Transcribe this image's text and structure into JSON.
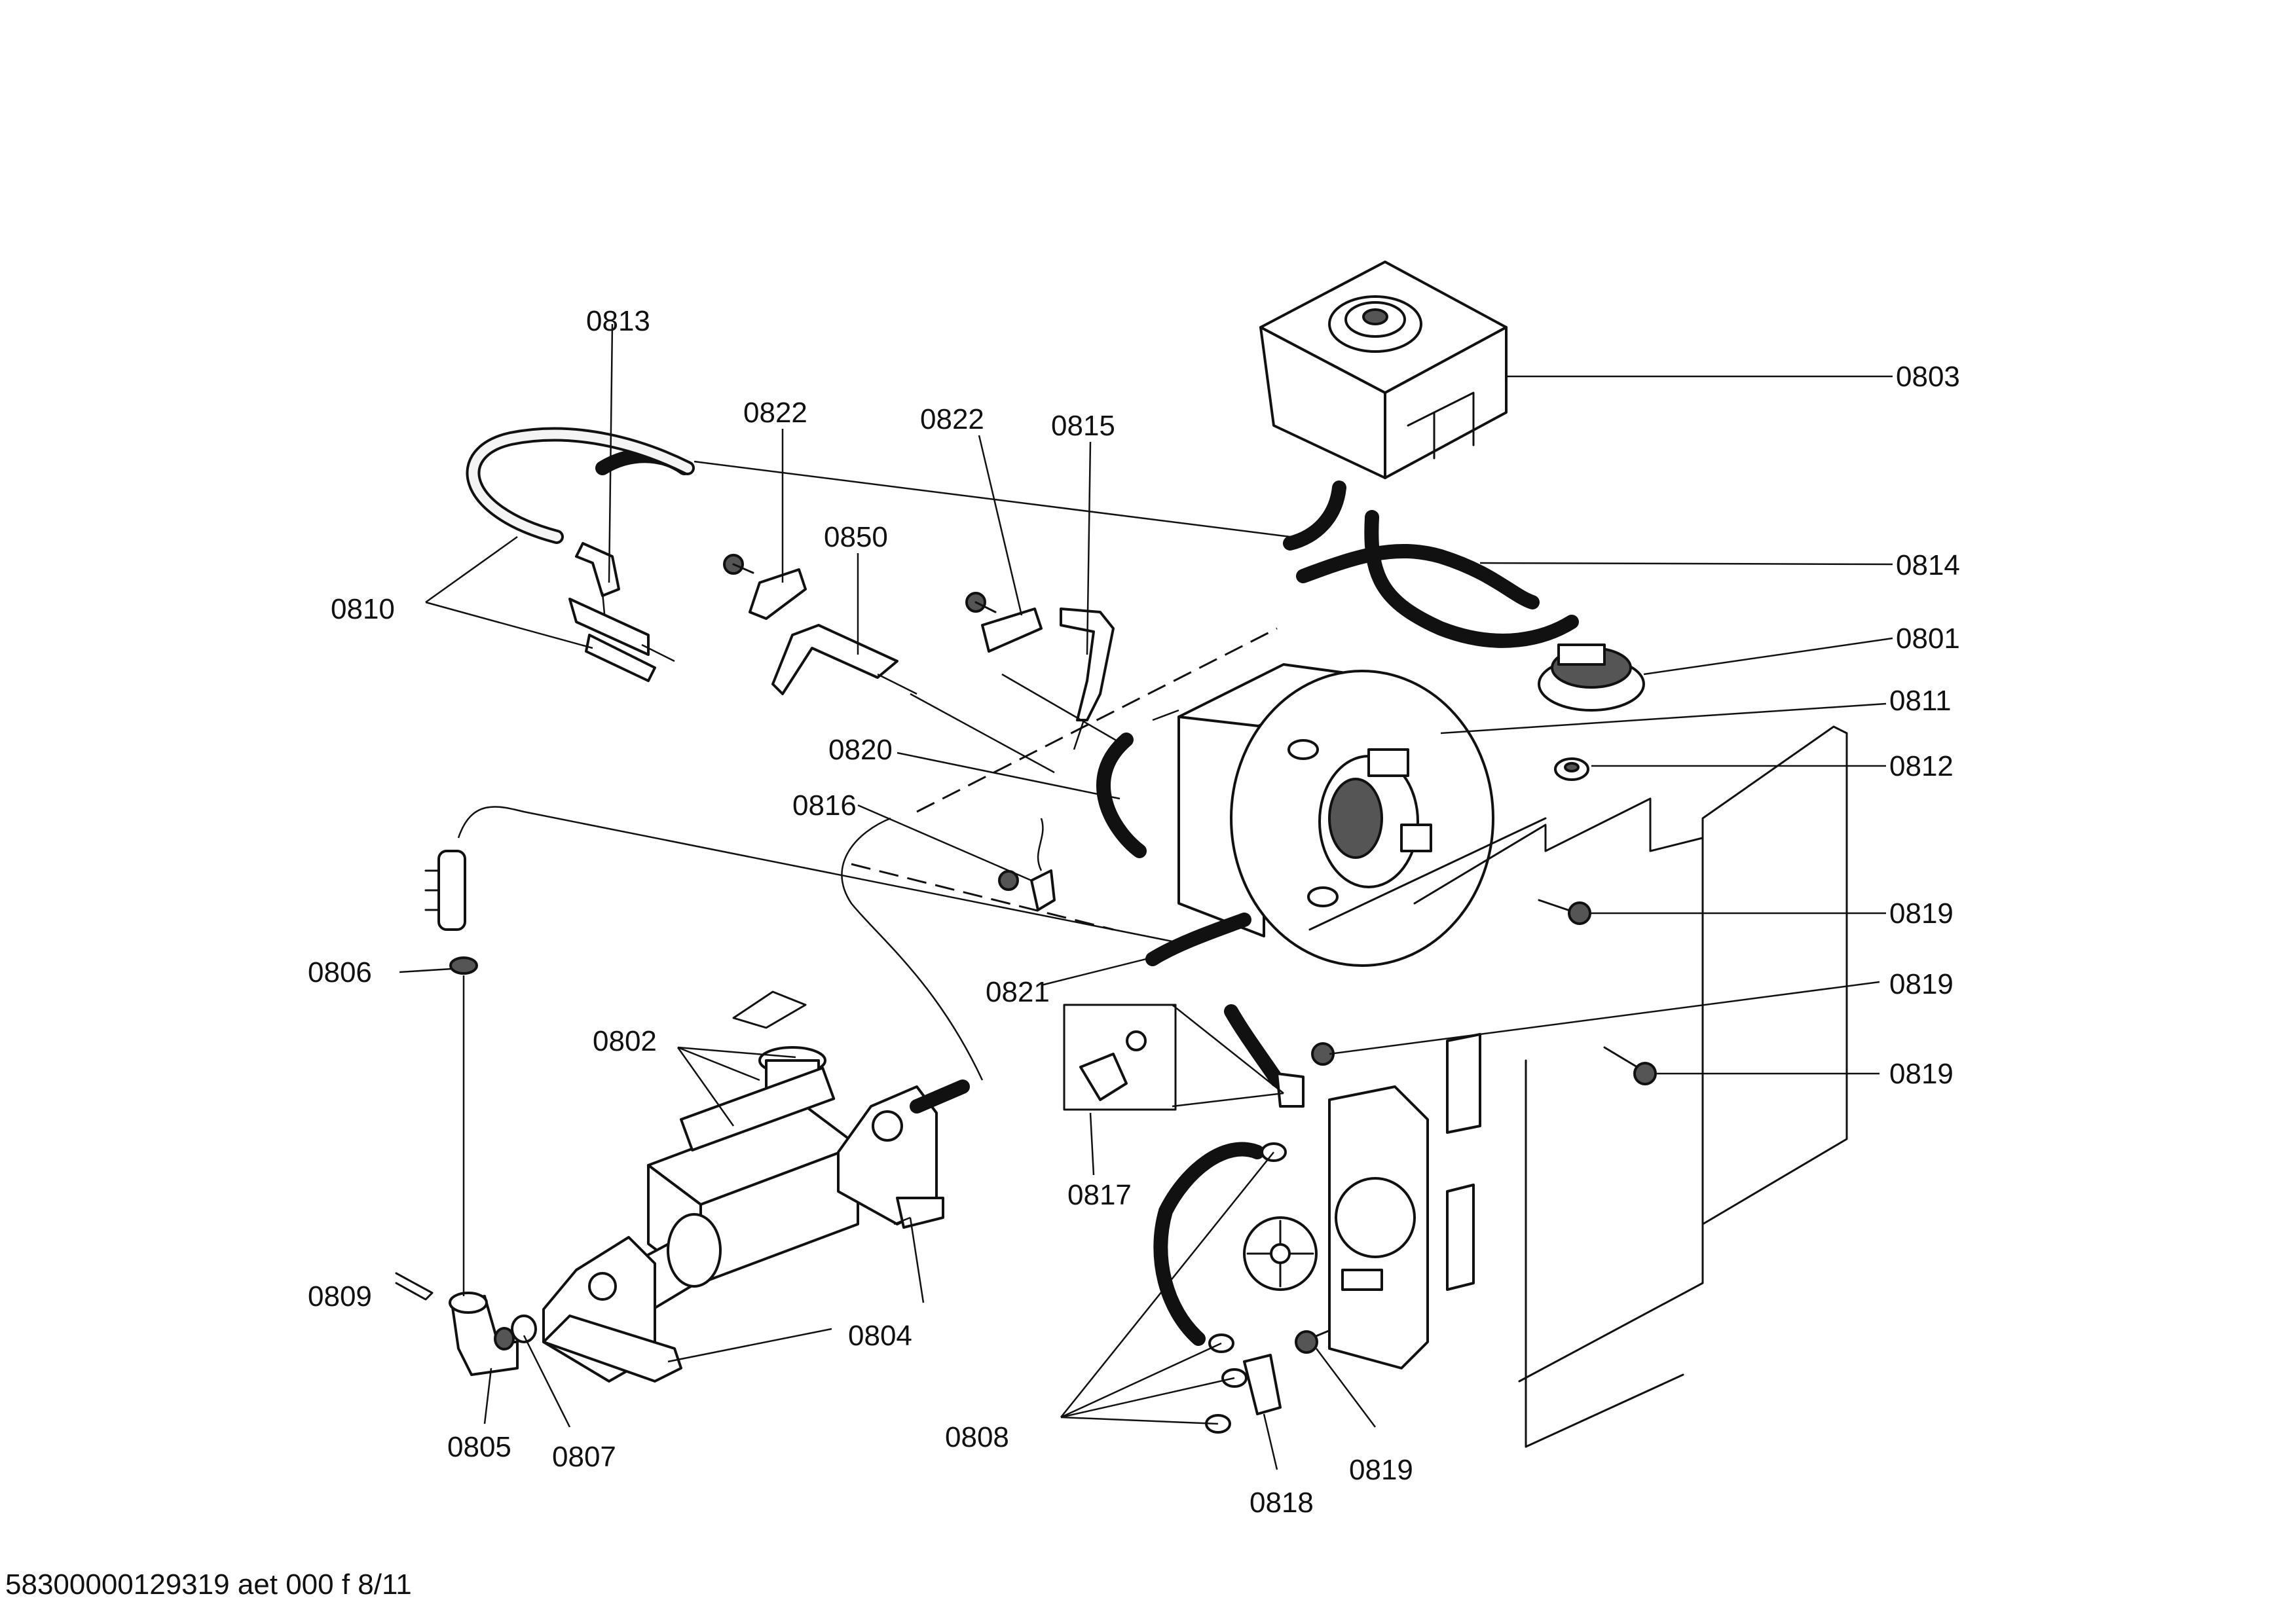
{
  "labels": [
    "0813",
    "0822",
    "0822",
    "0815",
    "0850",
    "0810",
    "0803",
    "0814",
    "0801",
    "0811",
    "0812",
    "0820",
    "0816",
    "0819",
    "0819",
    "0819",
    "0806",
    "0821",
    "0802",
    "0817",
    "0804",
    "0809",
    "0805",
    "0807",
    "0808",
    "0818",
    "0819"
  ],
  "footer": "58300000129319 aet 000 f 8/11"
}
